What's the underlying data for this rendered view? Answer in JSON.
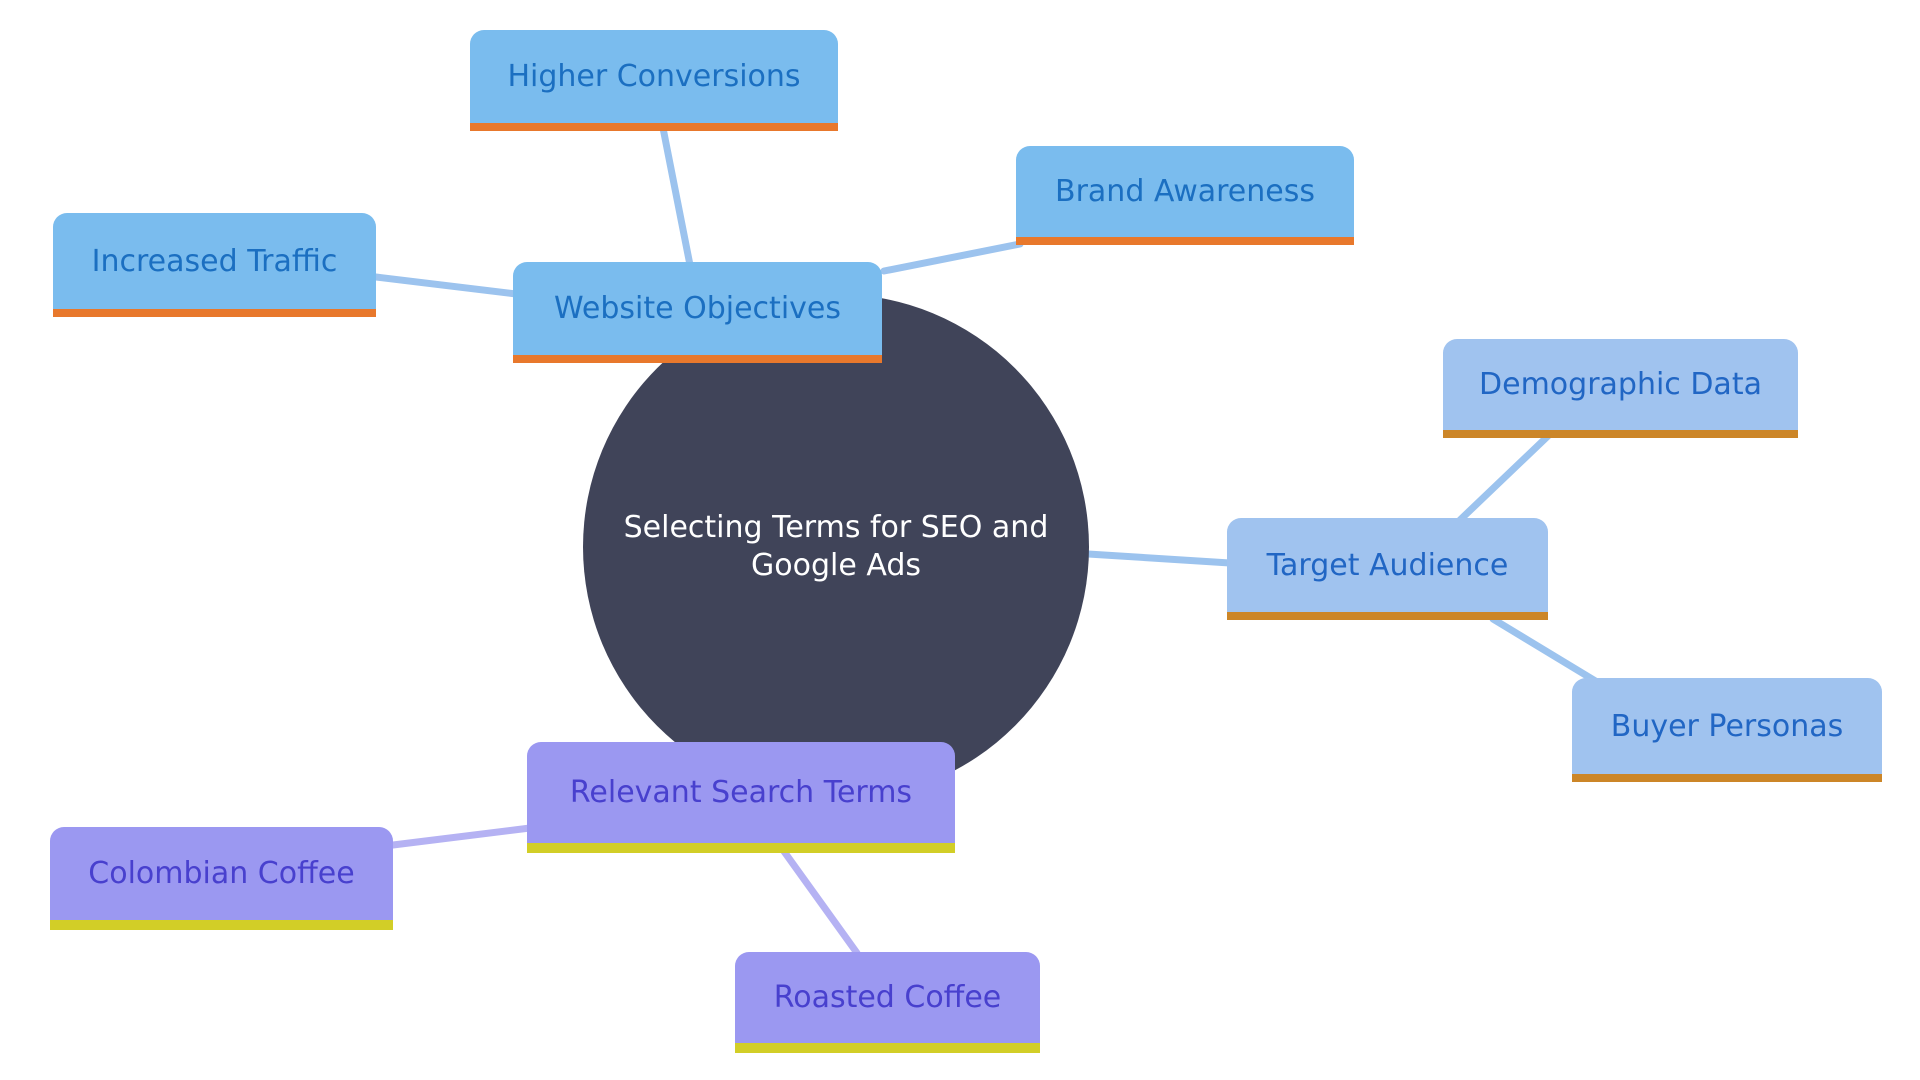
{
  "diagram_title": "Selecting Terms for SEO and Google Ads",
  "center_node": {
    "label": "Selecting Terms for SEO and Google Ads"
  },
  "nodes": {
    "website_objectives": {
      "label": "Website Objectives",
      "branch": "blue"
    },
    "higher_conversions": {
      "label": "Higher Conversions",
      "branch": "blue"
    },
    "increased_traffic": {
      "label": "Increased Traffic",
      "branch": "blue"
    },
    "brand_awareness": {
      "label": "Brand Awareness",
      "branch": "blue"
    },
    "target_audience": {
      "label": "Target Audience",
      "branch": "periwinkle"
    },
    "demographic_data": {
      "label": "Demographic Data",
      "branch": "periwinkle"
    },
    "buyer_personas": {
      "label": "Buyer Personas",
      "branch": "periwinkle"
    },
    "relevant_search_terms": {
      "label": "Relevant Search Terms",
      "branch": "purple"
    },
    "colombian_coffee": {
      "label": "Colombian Coffee",
      "branch": "purple"
    },
    "roasted_coffee": {
      "label": "Roasted Coffee",
      "branch": "purple"
    }
  },
  "structure": {
    "center": "Selecting Terms for SEO and Google Ads",
    "branches": [
      {
        "topic": "Website Objectives",
        "children": [
          "Higher Conversions",
          "Increased Traffic",
          "Brand Awareness"
        ]
      },
      {
        "topic": "Target Audience",
        "children": [
          "Demographic Data",
          "Buyer Personas"
        ]
      },
      {
        "topic": "Relevant Search Terms",
        "children": [
          "Colombian Coffee",
          "Roasted Coffee"
        ]
      }
    ]
  },
  "colors": {
    "canvas_background": "#FFFFFF",
    "center_fill": "#404459",
    "center_text": "#FFFFFF",
    "blue_branch_fill": "#7ABCEE",
    "blue_branch_text": "#1B6FC1",
    "blue_branch_underline": "#E8782C",
    "periwinkle_branch_fill": "#A0C3EF",
    "periwinkle_branch_text": "#2166C4",
    "periwinkle_branch_underline": "#CC8628",
    "purple_branch_fill": "#9B98F1",
    "purple_branch_text": "#4840CE",
    "purple_branch_underline": "#D2CE27",
    "blue_connector": "#9CC3EE",
    "purple_connector": "#B5B2F3"
  }
}
